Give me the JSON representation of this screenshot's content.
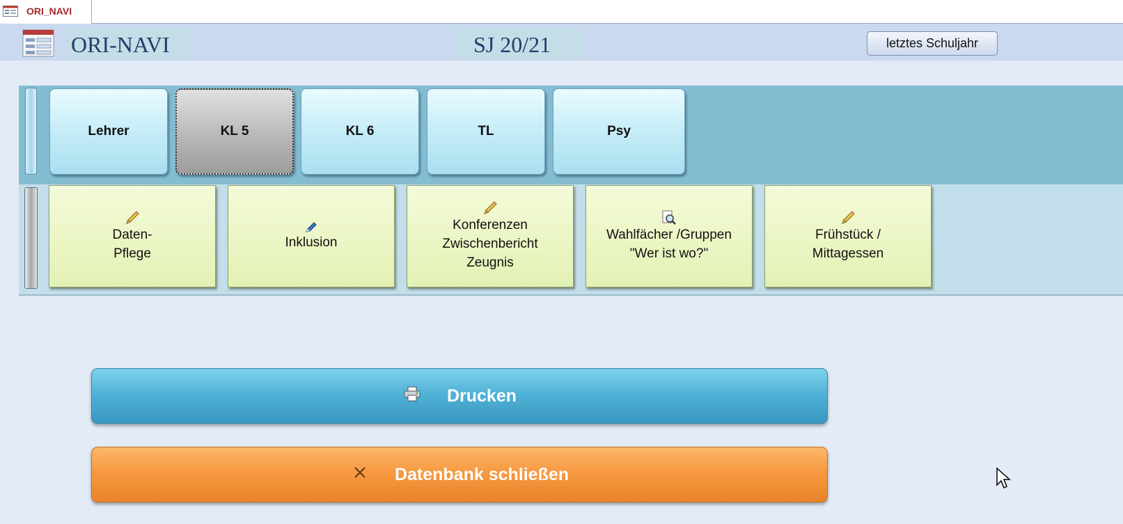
{
  "window": {
    "doc_tab_title": "ORI_NAVI"
  },
  "header": {
    "title": "ORI-NAVI",
    "school_year": "SJ 20/21",
    "last_year_button": "letztes Schuljahr"
  },
  "nav_tabs": [
    {
      "label": "Lehrer",
      "selected": false
    },
    {
      "label": "KL 5",
      "selected": true
    },
    {
      "label": "KL 6",
      "selected": false
    },
    {
      "label": "TL",
      "selected": false
    },
    {
      "label": "Psy",
      "selected": false
    }
  ],
  "function_buttons": [
    {
      "line1": "Daten-",
      "line2": "Pflege",
      "line3": "",
      "icon": "pencil-icon"
    },
    {
      "line1": "Inklusion",
      "line2": "",
      "line3": "",
      "icon": "pen-icon"
    },
    {
      "line1": "Konferenzen",
      "line2": "Zwischenbericht",
      "line3": "Zeugnis",
      "icon": "pencil-icon"
    },
    {
      "line1": "Wahlfächer /Gruppen",
      "line2": "\"Wer ist wo?\"",
      "line3": "",
      "icon": "magnifier-document-icon"
    },
    {
      "line1": "Frühstück /",
      "line2": "Mittagessen",
      "line3": "",
      "icon": "pencil-icon"
    }
  ],
  "actions": {
    "print_label": "Drucken",
    "close_label": "Datenbank schließen"
  },
  "colors": {
    "nav_row_bg": "#84bdd2",
    "func_row_bg": "#c2deea",
    "print_button": "#51b3d8",
    "close_button": "#f79a42"
  }
}
